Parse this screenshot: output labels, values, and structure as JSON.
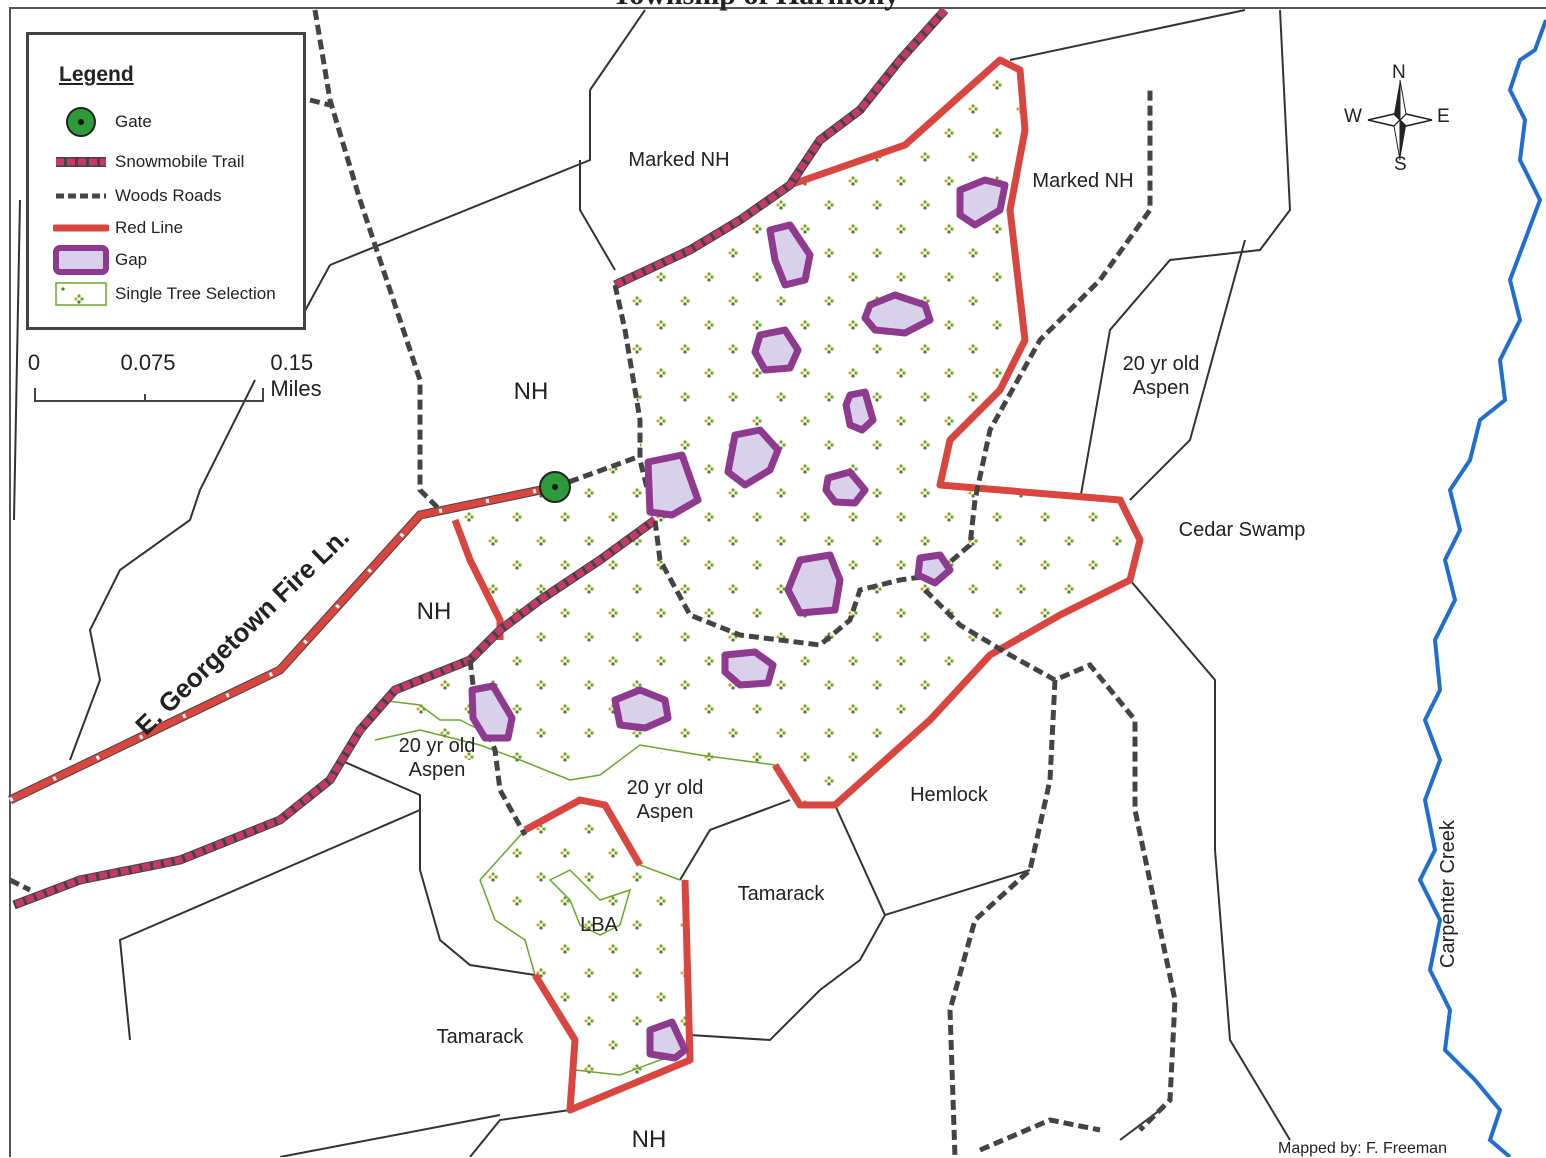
{
  "title_fragment": "Township of Harmony",
  "legend": {
    "title": "Legend",
    "items": [
      {
        "label": "Gate",
        "icon": "gate-icon"
      },
      {
        "label": "Snowmobile Trail",
        "icon": "snowmobile-trail-icon"
      },
      {
        "label": "Woods Roads",
        "icon": "woods-roads-icon"
      },
      {
        "label": "Red Line",
        "icon": "red-line-icon"
      },
      {
        "label": "Gap",
        "icon": "gap-icon"
      },
      {
        "label": "Single Tree Selection",
        "icon": "single-tree-selection-icon"
      }
    ]
  },
  "scale": {
    "ticks": [
      "0",
      "0.075",
      "0.15 Miles"
    ]
  },
  "compass": {
    "n": "N",
    "s": "S",
    "e": "E",
    "w": "W"
  },
  "stands": {
    "marked_nh_1": "Marked NH",
    "marked_nh_2": "Marked NH",
    "nh_1": "NH",
    "nh_2": "NH",
    "nh_3": "NH",
    "aspen_east_1": "20 yr old",
    "aspen_east_2": "Aspen",
    "aspen_west_1": "20 yr old",
    "aspen_west_2": "Aspen",
    "aspen_mid_1": "20 yr old",
    "aspen_mid_2": "Aspen",
    "cedar_swamp": "Cedar Swamp",
    "hemlock": "Hemlock",
    "tamarack_1": "Tamarack",
    "tamarack_2": "Tamarack",
    "lba": "LBA"
  },
  "road_label": "E. Georgetown Fire Ln.",
  "creek_label": "Carpenter Creek",
  "credit": "Mapped by: F. Freeman",
  "colors": {
    "red_line": "#d9453f",
    "gap_outline": "#8e3a8e",
    "gap_fill": "#d9d0ea",
    "snowmobile": "#c8376a",
    "woods_road": "#444444",
    "creek": "#1f6fd0",
    "gate": "#2e9b3a",
    "single_tree_outline": "#6aa82a",
    "boundary": "#333333"
  }
}
